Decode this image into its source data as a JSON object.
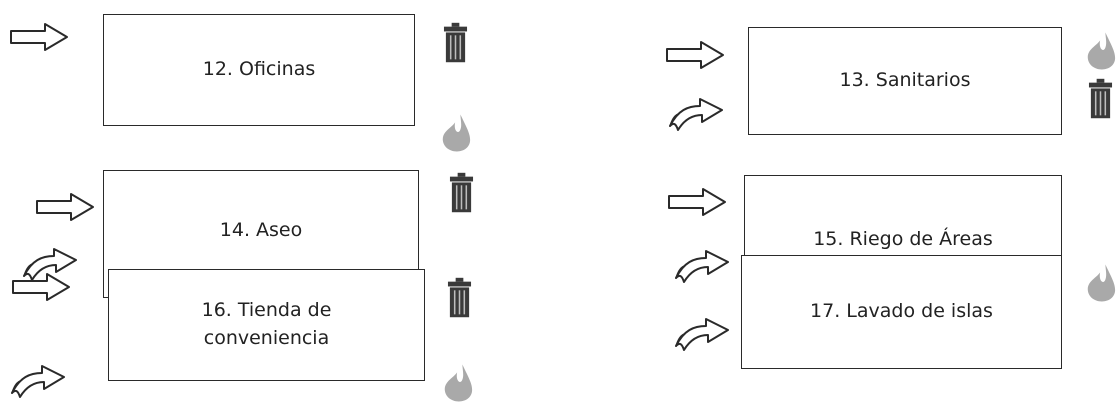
{
  "colors": {
    "stroke": "#2a2a2a",
    "bin": "#3a3a3a",
    "drop": "#a9a9a9",
    "text": "#222222"
  },
  "processes": [
    {
      "id": "12",
      "label": "12. Oficinas",
      "inputs": [
        "arrow-icon"
      ],
      "outputs": [
        "trash-bin-icon",
        "water-drop-icon"
      ]
    },
    {
      "id": "13",
      "label": "13. Sanitarios",
      "inputs": [
        "arrow-icon",
        "curved-arrow-icon"
      ],
      "outputs": [
        "water-drop-icon",
        "trash-bin-icon"
      ]
    },
    {
      "id": "14",
      "label": "14. Aseo",
      "inputs": [
        "arrow-icon",
        "curved-arrow-icon"
      ],
      "outputs": [
        "trash-bin-icon"
      ]
    },
    {
      "id": "15",
      "label": "15. Riego de Áreas",
      "inputs": [
        "arrow-icon",
        "curved-arrow-icon"
      ],
      "outputs": []
    },
    {
      "id": "16",
      "label": "16. Tienda de\nconveniencia",
      "inputs": [
        "arrow-icon",
        "curved-arrow-icon"
      ],
      "outputs": [
        "trash-bin-icon",
        "water-drop-icon"
      ]
    },
    {
      "id": "17",
      "label": "17. Lavado de islas",
      "inputs": [
        "curved-arrow-icon"
      ],
      "outputs": [
        "water-drop-icon"
      ]
    }
  ]
}
